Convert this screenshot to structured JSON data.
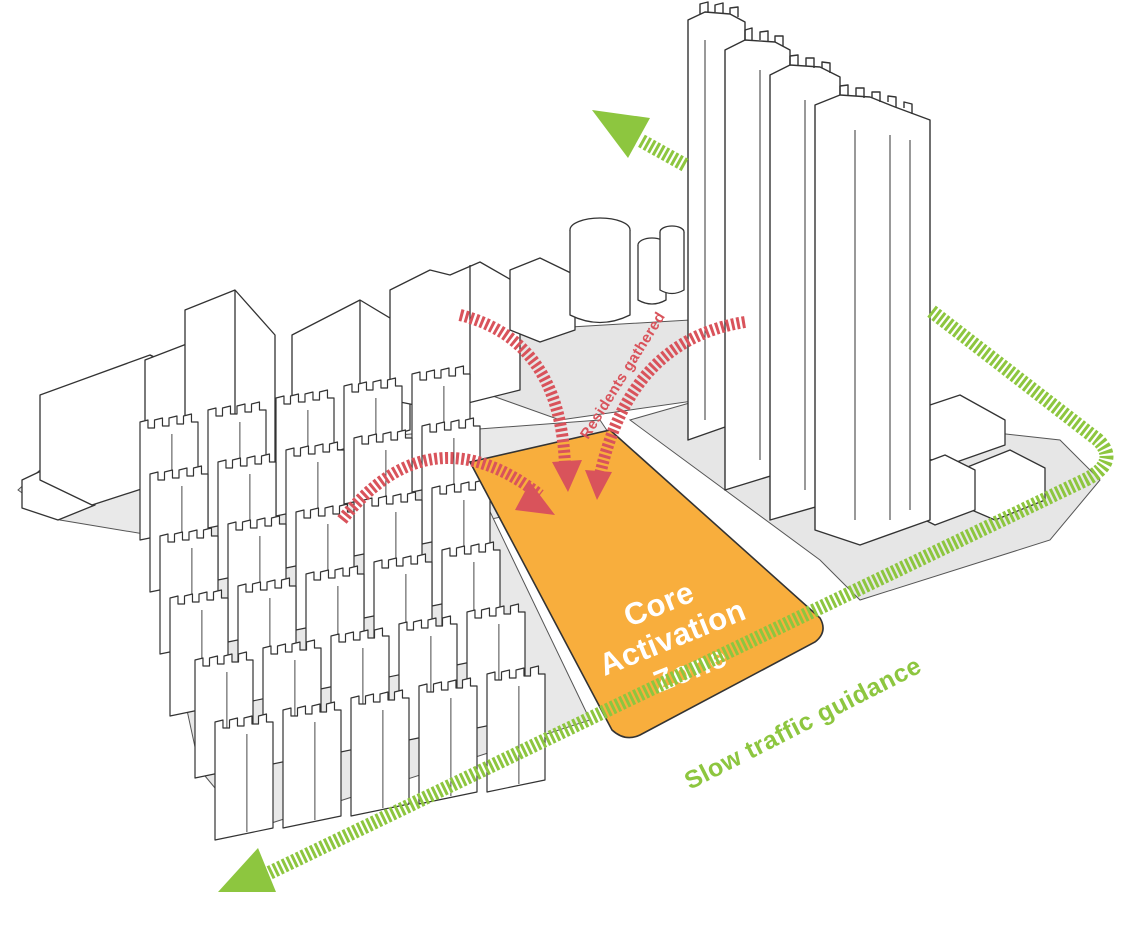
{
  "labels": {
    "zone_line1": "Core",
    "zone_line2": "Activation",
    "zone_line3": "Zone",
    "slow_traffic": "Slow traffic guidance",
    "residents": "Residents gathered"
  },
  "colors": {
    "zone_fill": "#f8ae3d",
    "green_arrow": "#8dc63f",
    "red_arrow": "#d9535b",
    "ground": "#e6e6e6",
    "outline": "#333333"
  },
  "icons": {
    "flow_arrow": "dashed-curved-arrow",
    "traffic_arrow": "dashed-path-arrow"
  }
}
